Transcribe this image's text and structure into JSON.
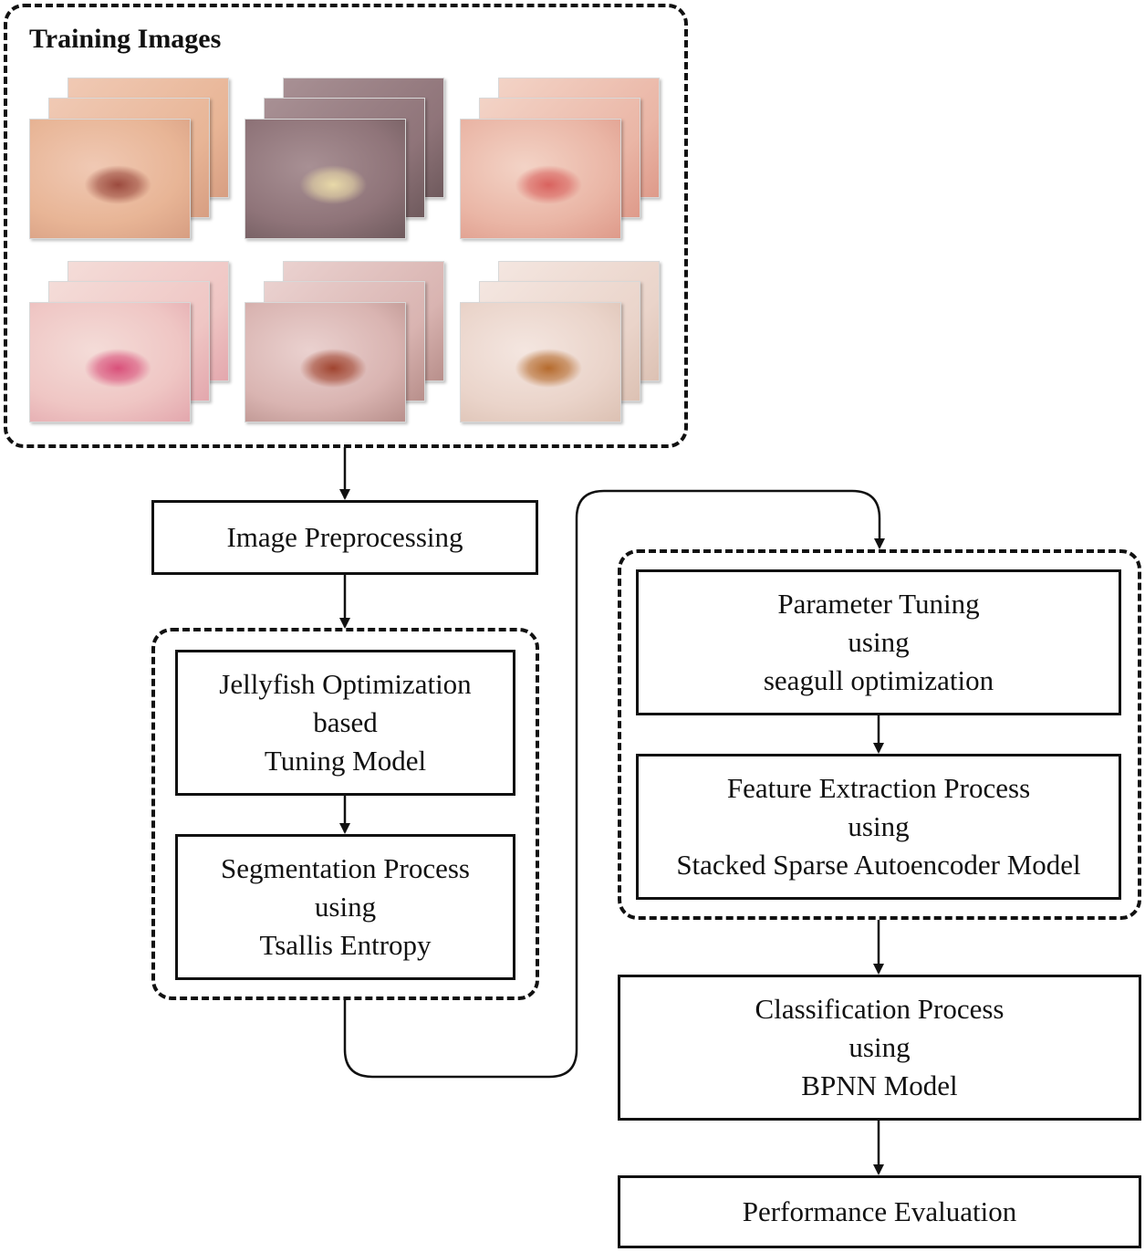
{
  "training_images": {
    "title": "Training Images",
    "thumbnails": [
      {
        "name": "lesion-thumbnail-1",
        "colors": [
          "#f0c9b4",
          "#e8b596",
          "#d79e82"
        ],
        "mark": "#9b4a3e"
      },
      {
        "name": "lesion-thumbnail-2",
        "colors": [
          "#a89094",
          "#8f7479",
          "#6f5a5d"
        ],
        "mark": "#e8d9a8"
      },
      {
        "name": "lesion-thumbnail-3",
        "colors": [
          "#f3d3c6",
          "#eab6a6",
          "#de9a8a"
        ],
        "mark": "#d9625e"
      },
      {
        "name": "lesion-thumbnail-4",
        "colors": [
          "#f4dcd8",
          "#efc6c4",
          "#e3a7ad"
        ],
        "mark": "#d9507a"
      },
      {
        "name": "lesion-thumbnail-5",
        "colors": [
          "#ead1cf",
          "#d9b4b1",
          "#b88f8b"
        ],
        "mark": "#a0442f"
      },
      {
        "name": "lesion-thumbnail-6",
        "colors": [
          "#f4e6e0",
          "#ead4ca",
          "#dcc1b3"
        ],
        "mark": "#b56a2c"
      }
    ]
  },
  "steps": {
    "preprocessing": {
      "label": "Image Preprocessing"
    },
    "jellyfish": {
      "lines": [
        "Jellyfish Optimization",
        "based",
        "Tuning Model"
      ]
    },
    "segmentation": {
      "lines": [
        "Segmentation Process",
        "using",
        "Tsallis Entropy"
      ]
    },
    "parameter_tuning": {
      "lines": [
        "Parameter Tuning",
        "using",
        "seagull optimization"
      ]
    },
    "feature_extraction": {
      "lines": [
        "Feature Extraction Process",
        "using",
        "Stacked Sparse Autoencoder Model"
      ]
    },
    "classification": {
      "lines": [
        "Classification Process",
        "using",
        "BPNN Model"
      ]
    },
    "evaluation": {
      "label": "Performance Evaluation"
    }
  }
}
